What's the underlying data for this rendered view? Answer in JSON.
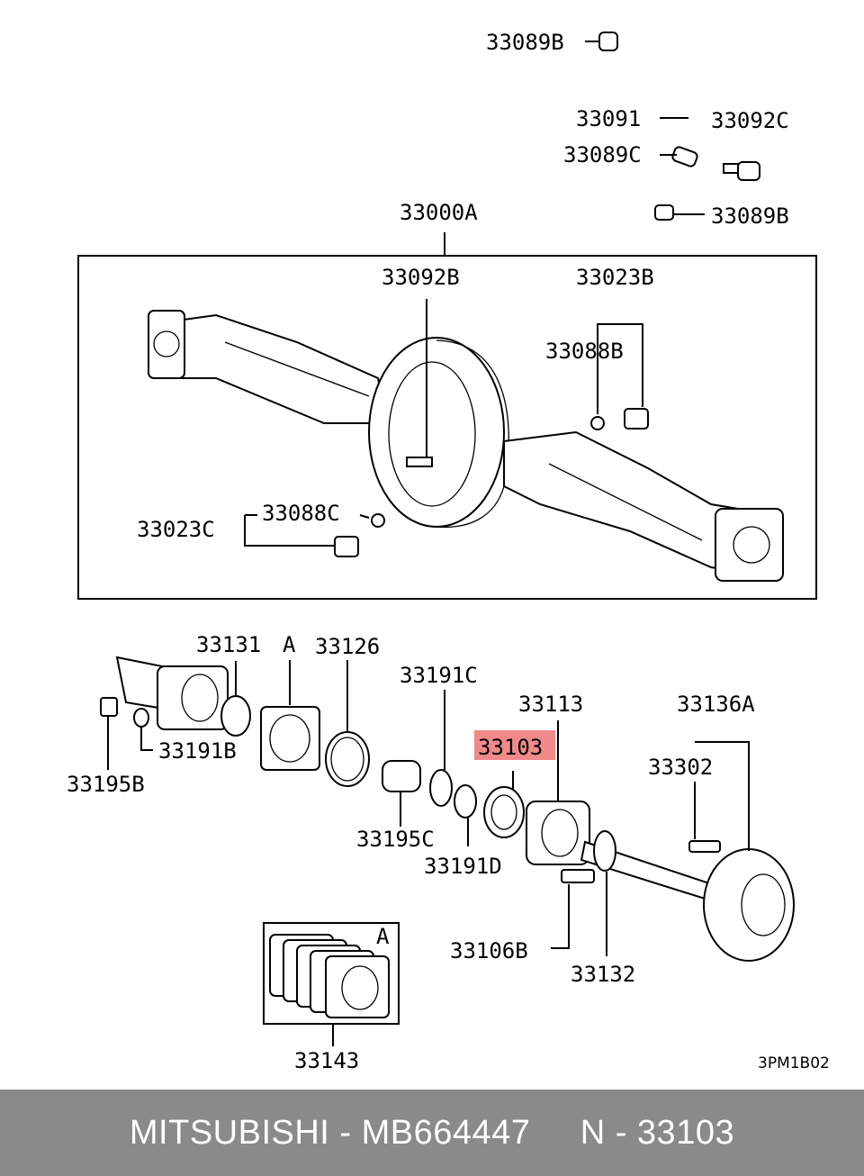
{
  "labels": {
    "l33089B_top": "33089B",
    "l33091": "33091",
    "l33092C": "33092C",
    "l33089C": "33089C",
    "l33089B_bot": "33089B",
    "l33000A": "33000A",
    "l33092B": "33092B",
    "l33023B": "33023B",
    "l33088B": "33088B",
    "l33088C": "33088C",
    "l33023C": "33023C",
    "l33131": "33131",
    "lA1": "A",
    "l33126": "33126",
    "l33191C": "33191C",
    "l33113": "33113",
    "l33136A": "33136A",
    "l33103": "33103",
    "l33302": "33302",
    "l33195B": "33195B",
    "l33191B": "33191B",
    "l33195C": "33195C",
    "l33191D": "33191D",
    "l33106B": "33106B",
    "l33132": "33132",
    "lA2": "A",
    "l33143": "33143",
    "code": "3PM1B02"
  },
  "highlight": {
    "part": "33103",
    "color": "#f08a8a"
  },
  "footer": {
    "text": "MITSUBISHI - MB664447     N - 33103",
    "background": "#8a8a8a"
  }
}
